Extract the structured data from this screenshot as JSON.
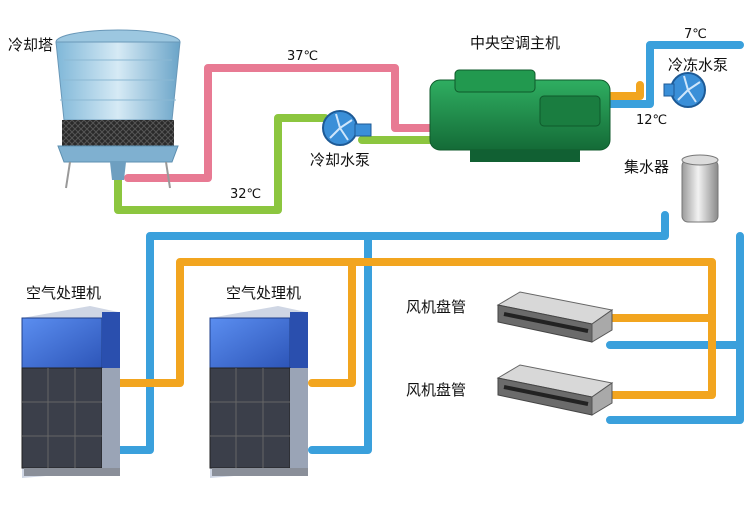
{
  "labels": {
    "cooling_tower": "冷却塔",
    "chiller": "中央空调主机",
    "cooling_pump": "冷却水泵",
    "chilled_pump": "冷冻水泵",
    "collector": "集水器",
    "ahu_1": "空气处理机",
    "ahu_2": "空气处理机",
    "fcu_1": "风机盘管",
    "fcu_2": "风机盘管"
  },
  "temperatures": {
    "cooling_return": "37℃",
    "cooling_supply": "32℃",
    "chilled_supply": "7℃",
    "chilled_return": "12℃"
  },
  "colors": {
    "pipe_hot_cooling": "#e87a93",
    "pipe_warm_cooling": "#8cc63f",
    "pipe_chilled_supply": "#3aa0dc",
    "pipe_chilled_return": "#f2a51f",
    "chiller_body": "#1e8a4a",
    "ahu_panel": "#3f6fd6"
  }
}
